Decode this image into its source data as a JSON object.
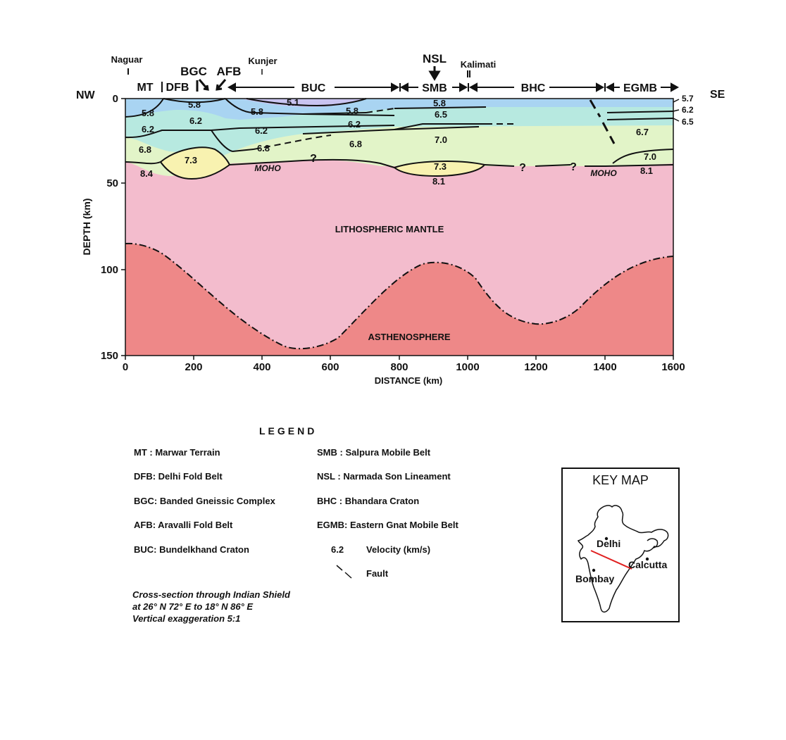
{
  "figure": {
    "top_labels": {
      "naguar": "Naguar",
      "kunjer": "Kunjer",
      "kalimati": "Kalimati",
      "nsl": "NSL",
      "bgc": "BGC",
      "afb": "AFB",
      "mt": "MT",
      "dfb": "DFB",
      "buc": "BUC",
      "smb": "SMB",
      "bhc": "BHC",
      "egmb": "EGMB"
    },
    "nw": "NW",
    "se": "SE",
    "x_ticks": [
      "0",
      "200",
      "400",
      "600",
      "800",
      "1000",
      "1200",
      "1400",
      "1600"
    ],
    "y_ticks": [
      "0",
      "50",
      "100",
      "150"
    ],
    "ylabel": "DEPTH (km)",
    "xlabel": "DISTANCE (km)",
    "velocities": {
      "v1": "5.8",
      "v2": "5.1",
      "v3": "5.8",
      "v4": "5.8",
      "v5": "5.8",
      "v6": "5.8",
      "v7": "6.2",
      "v8": "6.2",
      "v9": "6.2",
      "v10": "6.2",
      "v11": "6.5",
      "v12": "6.8",
      "v13": "6.8",
      "v14": "6.8",
      "v15": "7.0",
      "v16": "7.3",
      "v17": "7.3",
      "v18": "8.4",
      "v19": "8.1",
      "v20": "6.7",
      "v21": "7.0",
      "v22": "8.1",
      "r1": "5.7",
      "r2": "6.2",
      "r3": "6.5"
    },
    "moho": "MOHO",
    "question": "?",
    "mantle": "LITHOSPHERIC MANTLE",
    "astheno": "ASTHENOSPHERE"
  },
  "legend": {
    "title": "LEGEND",
    "left": [
      "MT  : Marwar Terrain",
      "DFB: Delhi Fold Belt",
      "BGC: Banded Gneissic Complex",
      "AFB: Aravalli Fold Belt",
      "BUC: Bundelkhand Craton"
    ],
    "right": [
      "SMB  : Salpura Mobile Belt",
      "NSL   : Narmada Son Lineament",
      "BHC  : Bhandara Craton",
      "EGMB: Eastern Gnat Mobile Belt"
    ],
    "velocity_value": "6.2",
    "velocity_label": "Velocity (km/s)",
    "fault_label": "Fault"
  },
  "caption": [
    "Cross-section through Indian Shield",
    "at 26° N 72° E to 18° N 86° E",
    "Vertical exaggeration 5:1"
  ],
  "keymap": {
    "title": "KEY MAP",
    "delhi": "Delhi",
    "calcutta": "Calcutta",
    "bombay": "Bombay"
  },
  "colors": {
    "asthenosphere": "#ee8888",
    "mantle": "#f3bccd",
    "layer_68": "#e2f4c8",
    "layer_62": "#b7e9e0",
    "layer_58": "#a9d4f2",
    "layer_51": "#c9c4f0",
    "lens": "#f8f2b0",
    "profile_line": "#e02020"
  }
}
